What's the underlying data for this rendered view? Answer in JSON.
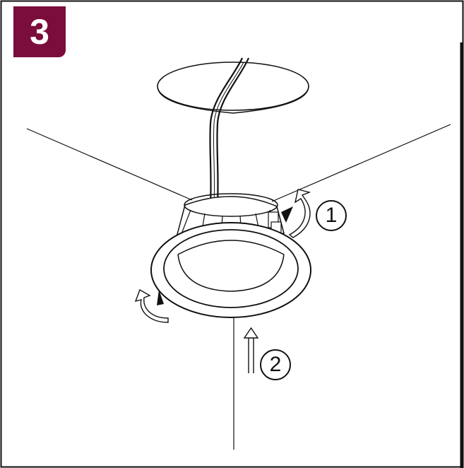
{
  "step": {
    "number": "3"
  },
  "callouts": [
    {
      "label": "1"
    },
    {
      "label": "2"
    }
  ],
  "colors": {
    "badge": "#7a0d3b",
    "line": "#111111",
    "background": "#ffffff"
  }
}
